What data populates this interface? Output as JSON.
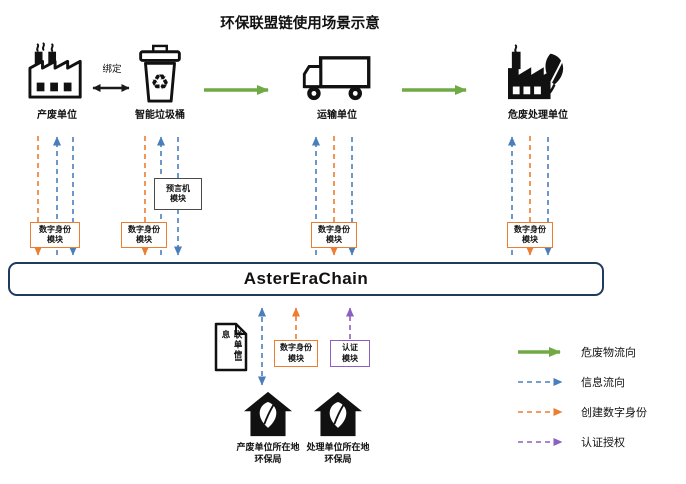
{
  "title": "环保联盟链使用场景示意",
  "colors": {
    "green": "#6faa45",
    "blue": "#4a7ebb",
    "orange": "#ed7d31",
    "purple": "#8e5fc2",
    "black": "#1a1a1a",
    "chain_border": "#1f3a5f"
  },
  "units": {
    "producer": "产废单位",
    "bin": "智能垃圾桶",
    "transport": "运输单位",
    "treatment": "危废处理单位"
  },
  "bind_label": "绑定",
  "modules": {
    "oracle": [
      "预言机",
      "模块"
    ],
    "identity": [
      "数字身份",
      "模块"
    ],
    "auth": [
      "认证",
      "模块"
    ]
  },
  "chain": {
    "label": "AsterEraChain"
  },
  "bottom": {
    "manifest": "联单信息",
    "bureau_producer": [
      "产废单位所在地",
      "环保局"
    ],
    "bureau_treatment": [
      "处理单位所在地",
      "环保局"
    ]
  },
  "icons": {
    "recycle": "♻"
  },
  "legend": [
    {
      "label": "危废物流向",
      "style": "solid-green"
    },
    {
      "label": "信息流向",
      "style": "dashed-blue"
    },
    {
      "label": "创建数字身份",
      "style": "dashed-orange"
    },
    {
      "label": "认证授权",
      "style": "dashed-purple"
    }
  ]
}
